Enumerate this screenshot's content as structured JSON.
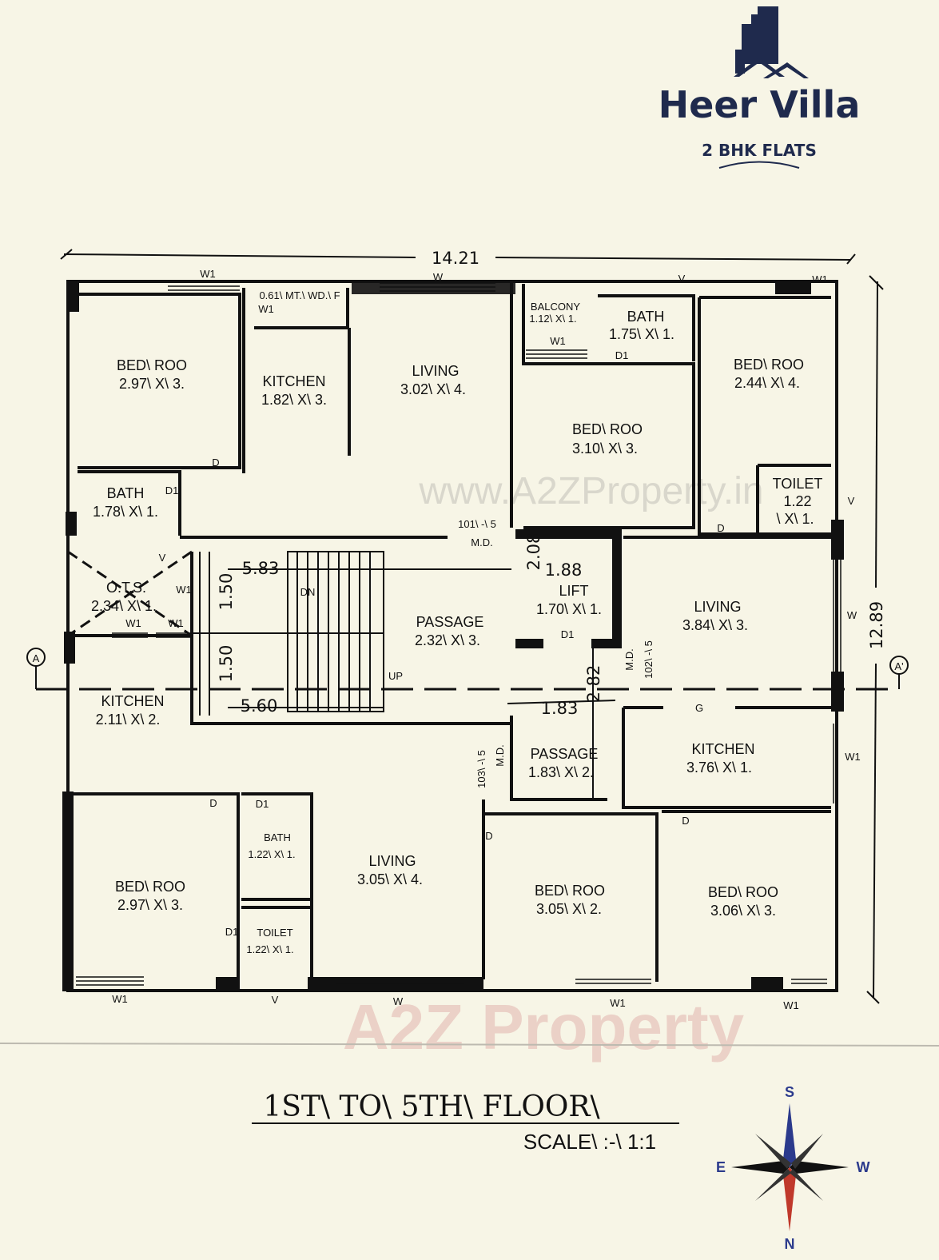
{
  "logo": {
    "name": "Heer Villa",
    "tagline": "2 BHK FLATS",
    "color": "#1f2a4d"
  },
  "dimensions": {
    "overall_width": "14.21",
    "overall_depth": "12.89",
    "stair_top": "5.83",
    "stair_bottom": "5.60",
    "stair_h1": "1.50",
    "stair_h2": "1.50",
    "lift_w": "1.88",
    "lift_h": "2.08",
    "passage_w": "1.83",
    "passage_h": "2.82"
  },
  "rooms": [
    {
      "name": "BED\\ ROO",
      "size": "2.97\\ X\\ 3."
    },
    {
      "name": "KITCHEN",
      "size": "1.82\\ X\\ 3."
    },
    {
      "name": "LIVING",
      "size": "3.02\\ X\\ 4."
    },
    {
      "name": "BALCONY",
      "size": "1.12\\ X\\ 1."
    },
    {
      "name": "BATH",
      "size": "1.75\\ X\\ 1."
    },
    {
      "name": "BED\\ ROO",
      "size": "2.44\\ X\\ 4."
    },
    {
      "name": "BED\\ ROO",
      "size": "3.10\\ X\\ 3."
    },
    {
      "name": "BATH",
      "size": "1.78\\ X\\ 1."
    },
    {
      "name": "TOILET",
      "size": "1.22",
      "size2": "\\ X\\ 1."
    },
    {
      "name": "O.T.S.",
      "size": "2.34\\ X\\ 1."
    },
    {
      "name": "PASSAGE",
      "size": "2.32\\ X\\ 3."
    },
    {
      "name": "LIFT",
      "size": "1.70\\ X\\ 1."
    },
    {
      "name": "LIVING",
      "size": "3.84\\ X\\ 3."
    },
    {
      "name": "KITCHEN",
      "size": "2.11\\ X\\ 2."
    },
    {
      "name": "PASSAGE",
      "size": "1.83\\ X\\ 2."
    },
    {
      "name": "KITCHEN",
      "size": "3.76\\ X\\ 1."
    },
    {
      "name": "BATH",
      "size": "1.22\\ X\\ 1."
    },
    {
      "name": "BED\\ ROO",
      "size": "2.97\\ X\\ 3."
    },
    {
      "name": "LIVING",
      "size": "3.05\\ X\\ 4."
    },
    {
      "name": "TOILET",
      "size": "1.22\\ X\\ 1."
    },
    {
      "name": "BED\\ ROO",
      "size": "3.05\\ X\\ 2."
    },
    {
      "name": "BED\\ ROO",
      "size": "3.06\\ X\\ 3."
    }
  ],
  "notes": {
    "shaft": "0.61\\ MT.\\ WD.\\ F",
    "flat101": "101\\ -\\ 5",
    "flat102": "102\\ -\\ 5",
    "flat103": "103\\ -\\ 5",
    "md": "M.D.",
    "dn": "DN",
    "up": "UP",
    "gate": "G"
  },
  "openings": {
    "w1": "W1",
    "w": "W",
    "v": "V",
    "d": "D",
    "d1": "D1"
  },
  "section": {
    "left": "A",
    "right": "A'"
  },
  "watermark": {
    "url": "www.A2ZProperty.in",
    "brand": "A2Z Property"
  },
  "title": "1ST\\ TO\\ 5TH\\ FLOOR\\",
  "scale": "SCALE\\ :-\\ 1:1",
  "compass": {
    "top": "S",
    "bottom": "N",
    "left": "E",
    "right": "W",
    "top_color": "#2b3a8c",
    "bottom_color": "#c0392b"
  }
}
